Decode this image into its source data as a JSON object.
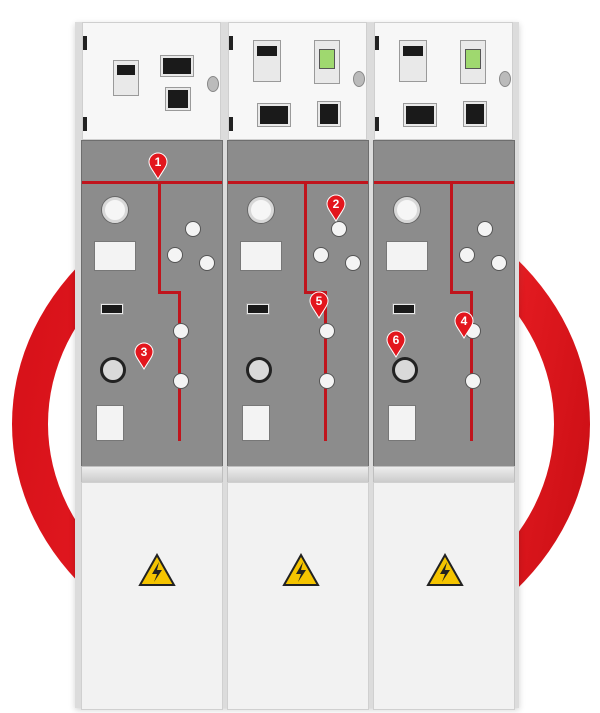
{
  "scene": {
    "description_colors": {
      "ring_red": "#e51b22",
      "panel_gray": "#8c8c8c",
      "busbar_red": "#c0141c",
      "marker_red": "#e3161d"
    }
  },
  "markers": [
    {
      "label": "1"
    },
    {
      "label": "2"
    },
    {
      "label": "3"
    },
    {
      "label": "4"
    },
    {
      "label": "5"
    },
    {
      "label": "6"
    }
  ]
}
